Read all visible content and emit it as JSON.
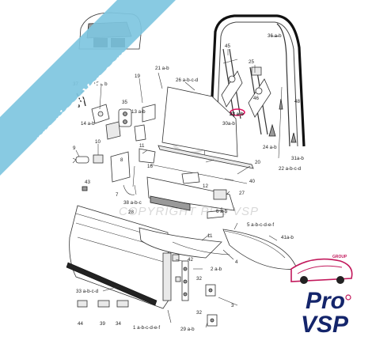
{
  "watermark_ribbon": "pro-piece-Vsp.com",
  "watermark_center": "COPYRIGHT PRO VSP",
  "logo": {
    "line1": "Pro",
    "line2": "VSP",
    "tag": "GROUP"
  },
  "callouts": [
    {
      "id": "c36",
      "text": "36 a-b"
    },
    {
      "id": "c45",
      "text": "45"
    },
    {
      "id": "c25",
      "text": "25"
    },
    {
      "id": "c46",
      "text": "46"
    },
    {
      "id": "c23",
      "text": "23 a-b"
    },
    {
      "id": "c30",
      "text": "30a-b"
    },
    {
      "id": "c24",
      "text": "24 a-b"
    },
    {
      "id": "c48",
      "text": "48"
    },
    {
      "id": "c31",
      "text": "31a-b"
    },
    {
      "id": "c22",
      "text": "22 a-b-c-d"
    },
    {
      "id": "c21",
      "text": "21 a-b"
    },
    {
      "id": "c26",
      "text": "26 a-b-c-d"
    },
    {
      "id": "c19",
      "text": "19"
    },
    {
      "id": "c37",
      "text": "37"
    },
    {
      "id": "c15",
      "text": "15 a-b"
    },
    {
      "id": "c35",
      "text": "35"
    },
    {
      "id": "c13",
      "text": "13 a-b"
    },
    {
      "id": "c14",
      "text": "14 a-b"
    },
    {
      "id": "c9",
      "text": "9"
    },
    {
      "id": "c10",
      "text": "10"
    },
    {
      "id": "c11a",
      "text": "11"
    },
    {
      "id": "c8",
      "text": "8"
    },
    {
      "id": "c16",
      "text": "16"
    },
    {
      "id": "c20",
      "text": "20"
    },
    {
      "id": "c43",
      "text": "43"
    },
    {
      "id": "c7",
      "text": "7"
    },
    {
      "id": "c12",
      "text": "12"
    },
    {
      "id": "c40",
      "text": "40"
    },
    {
      "id": "c27",
      "text": "27"
    },
    {
      "id": "c38",
      "text": "38 a-b-c"
    },
    {
      "id": "c28",
      "text": "28"
    },
    {
      "id": "c6",
      "text": "6 a-b"
    },
    {
      "id": "c5",
      "text": "5 a-b-c-d-e-f"
    },
    {
      "id": "c11b",
      "text": "11"
    },
    {
      "id": "c41",
      "text": "41a-b"
    },
    {
      "id": "c42",
      "text": "42"
    },
    {
      "id": "c4",
      "text": "4"
    },
    {
      "id": "c2",
      "text": "2 a-b"
    },
    {
      "id": "c33",
      "text": "33 a-b-c-d"
    },
    {
      "id": "c32a",
      "text": "32"
    },
    {
      "id": "c32b",
      "text": "32"
    },
    {
      "id": "c3",
      "text": "3"
    },
    {
      "id": "c44",
      "text": "44"
    },
    {
      "id": "c39",
      "text": "39"
    },
    {
      "id": "c34",
      "text": "34"
    },
    {
      "id": "c1",
      "text": "1 a-b-c-d-e-f"
    },
    {
      "id": "c29",
      "text": "29 a-b"
    }
  ]
}
